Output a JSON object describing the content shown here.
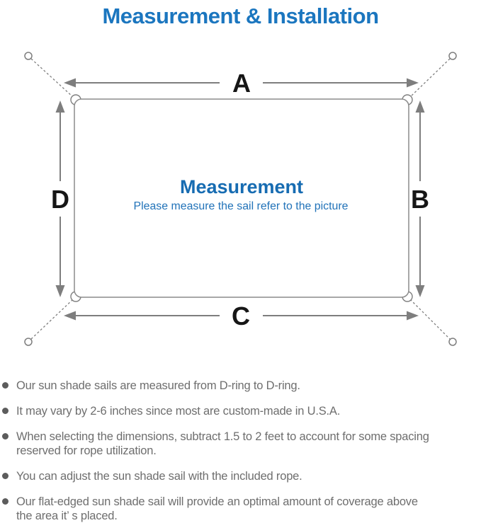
{
  "title": "Measurement & Installation",
  "diagram": {
    "dim_top": "A",
    "dim_right": "B",
    "dim_bottom": "C",
    "dim_left": "D",
    "heading": "Measurement",
    "subheading": "Please measure the sail refer to the picture"
  },
  "notes": [
    {
      "lines": [
        "Our sun shade sails are measured from D-ring to D-ring.",
        ""
      ]
    },
    {
      "lines": [
        "It may vary by 2-6 inches since most are custom-made in U.S.A.",
        ""
      ]
    },
    {
      "lines": [
        "When selecting the dimensions, subtract 1.5 to 2 feet to account for some spacing",
        "reserved for rope utilization."
      ]
    },
    {
      "lines": [
        "You can adjust the sun shade sail with the included rope.",
        ""
      ]
    },
    {
      "lines": [
        "Our flat-edged sun shade sail will provide an optimal amount of coverage above",
        "the area it’ s placed."
      ]
    }
  ],
  "colors": {
    "accent-blue": "#1b76bf",
    "heading-blue": "#176cb2",
    "subtitle-blue": "#2273b9",
    "line-gray": "#7e7e7e",
    "label-black": "#161616",
    "text-gray": "#6e6e6e",
    "bullet-gray": "#5c5c5c"
  }
}
